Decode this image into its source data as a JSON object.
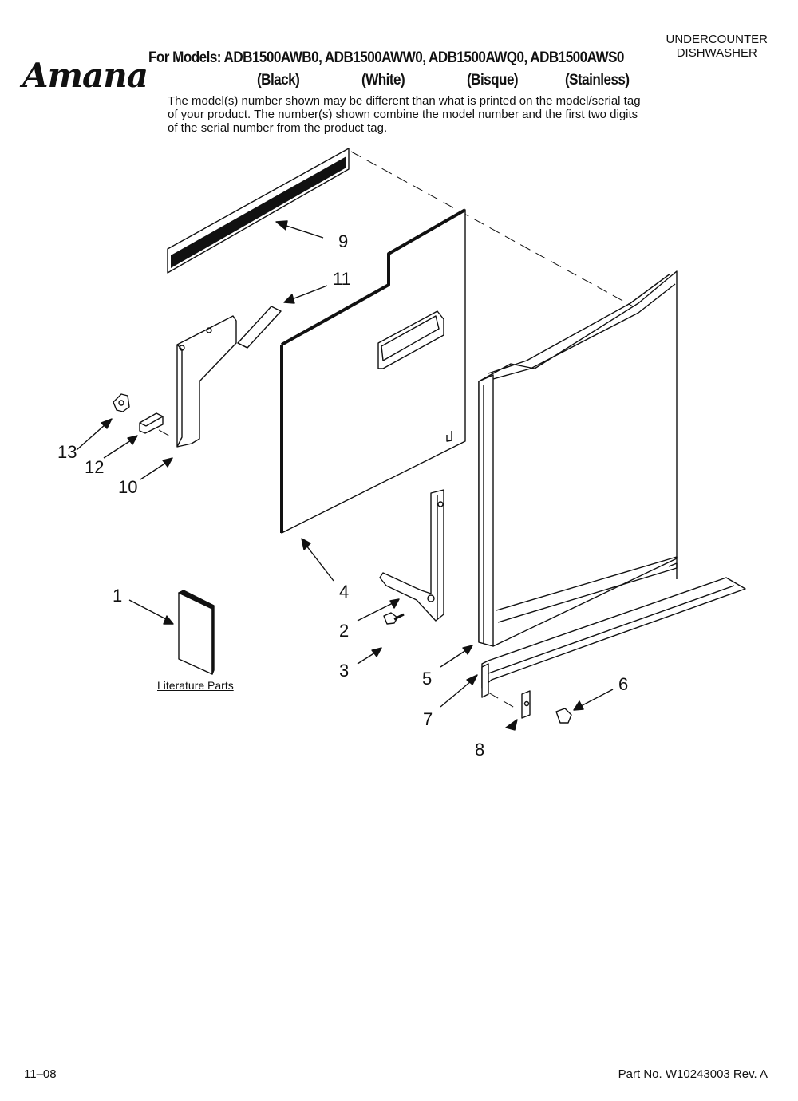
{
  "header": {
    "brand": "Amana",
    "category_line1": "UNDERCOUNTER",
    "category_line2": "DISHWASHER",
    "models_line": "For Models: ADB1500AWB0, ADB1500AWW0, ADB1500AWQ0, ADB1500AWS0",
    "colors": [
      "(Black)",
      "(White)",
      "(Bisque)",
      "(Stainless)"
    ],
    "note": "The model(s) number shown may be different than what is printed on the model/serial tag of your product. The number(s) shown combine the model number and the first two digits of the serial number from the product tag."
  },
  "callouts": [
    "1",
    "2",
    "3",
    "4",
    "5",
    "6",
    "7",
    "8",
    "9",
    "10",
    "11",
    "12",
    "13"
  ],
  "literature_label": "Literature Parts",
  "footer": {
    "date": "11–08",
    "part_number": "Part No. W10243003 Rev. A"
  }
}
